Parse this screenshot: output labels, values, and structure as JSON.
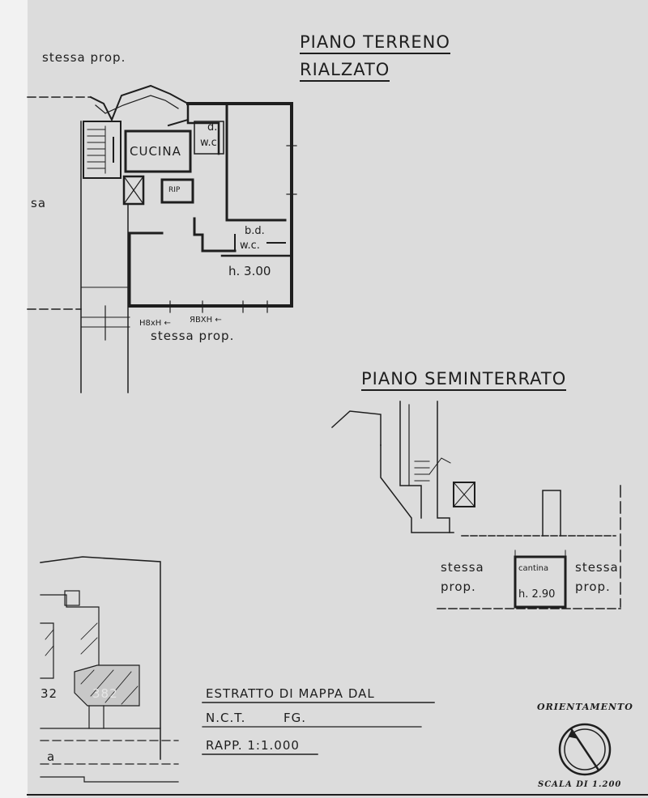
{
  "ground_floor": {
    "title_line1": "PIANO TERRENO",
    "title_line2": "RIALZATO",
    "top_label": "stessa prop.",
    "bottom_label": "stessa prop.",
    "left_fragment": "sa",
    "rooms": {
      "kitchen": "CUCINA",
      "wc_top_d": "d.",
      "wc_top": "w.c.",
      "wc_bottom_bd": "b.d.",
      "wc_bottom": "w.c.",
      "closet": "RIP",
      "height": "h. 3.00"
    }
  },
  "basement": {
    "title": "PIANO SEMINTERRATO",
    "left_neighbor_1": "stessa",
    "left_neighbor_2": "prop.",
    "right_neighbor_1": "stessa",
    "right_neighbor_2": "prop.",
    "cellar_label": "cantina",
    "cellar_height": "h. 2.90"
  },
  "map_extract": {
    "line1": "ESTRATTO DI MAPPA DAL",
    "line2_a": "N.C.T.",
    "line2_b": "FG.",
    "line3": "RAPP. 1:1.000",
    "parcel_1": "32",
    "parcel_2": "382",
    "fragment": "a"
  },
  "orientation": {
    "label": "ORIENTAMENTO",
    "scale": "SCALA DI 1.200"
  },
  "colors": {
    "ink": "#1e1e1e",
    "paper": "#dcdcdc"
  }
}
